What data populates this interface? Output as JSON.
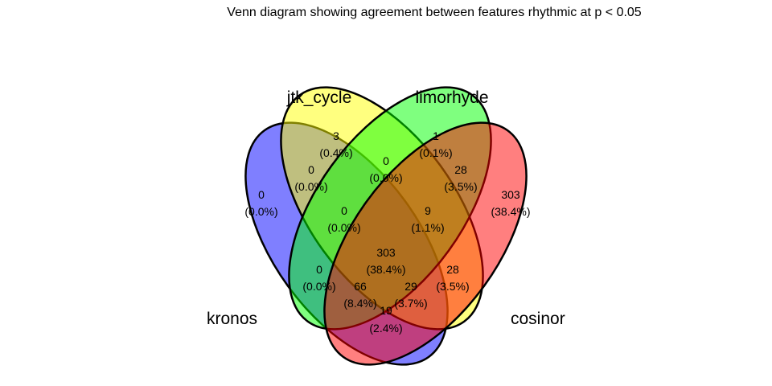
{
  "title": "Venn diagram showing agreement between features rhythmic at p < 0.05",
  "sets": [
    {
      "key": "kronos",
      "label": "kronos",
      "color": "#0000ff"
    },
    {
      "key": "jtk_cycle",
      "label": "jtk_cycle",
      "color": "#ffff00"
    },
    {
      "key": "limorhyde",
      "label": "limorhyde",
      "color": "#00ff00"
    },
    {
      "key": "cosinor",
      "label": "cosinor",
      "color": "#ff0000"
    }
  ],
  "regions": [
    {
      "id": "jtk_cycle",
      "count": "3",
      "percent": "(0.4%)"
    },
    {
      "id": "limorhyde",
      "count": "1",
      "percent": "(0.1%)"
    },
    {
      "id": "jtk_cycle-limorhyde",
      "count": "0",
      "percent": "(0.0%)"
    },
    {
      "id": "kronos-jtk_cycle",
      "count": "0",
      "percent": "(0.0%)"
    },
    {
      "id": "limorhyde-cosinor",
      "count": "28",
      "percent": "(3.5%)"
    },
    {
      "id": "kronos",
      "count": "0",
      "percent": "(0.0%)"
    },
    {
      "id": "cosinor",
      "count": "303",
      "percent": "(38.4%)"
    },
    {
      "id": "kronos-jtk_cycle-limorhyde",
      "count": "0",
      "percent": "(0.0%)"
    },
    {
      "id": "jtk_cycle-limorhyde-cosinor",
      "count": "9",
      "percent": "(1.1%)"
    },
    {
      "id": "kronos-jtk_cycle-limorhyde-cosinor",
      "count": "303",
      "percent": "(38.4%)"
    },
    {
      "id": "kronos-limorhyde",
      "count": "0",
      "percent": "(0.0%)"
    },
    {
      "id": "jtk_cycle-cosinor",
      "count": "28",
      "percent": "(3.5%)"
    },
    {
      "id": "kronos-limorhyde-cosinor",
      "count": "66",
      "percent": "(8.4%)"
    },
    {
      "id": "kronos-jtk_cycle-cosinor",
      "count": "29",
      "percent": "(3.7%)"
    },
    {
      "id": "kronos-cosinor",
      "count": "19",
      "percent": "(2.4%)"
    }
  ]
}
